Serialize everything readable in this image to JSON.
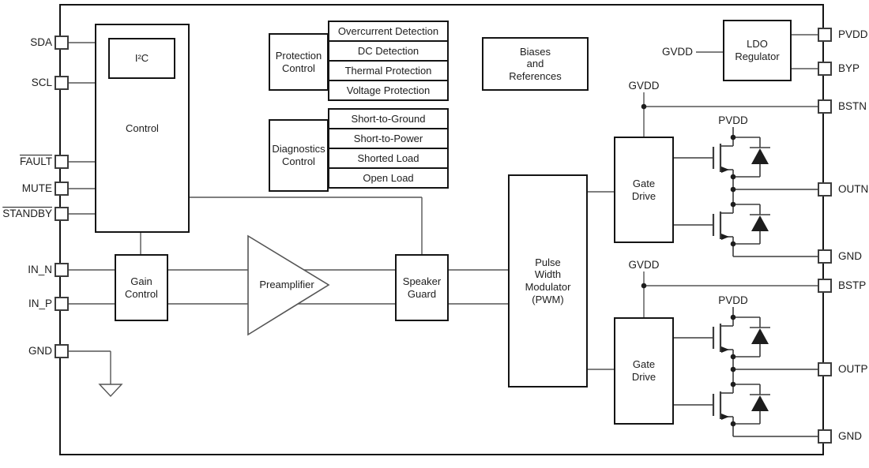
{
  "blocks": {
    "control": "Control",
    "i2c": "I²C",
    "protection_control": "Protection\nControl",
    "diagnostics_control": "Diagnostics\nControl",
    "biases": "Biases\nand\nReferences",
    "ldo": "LDO\nRegulator",
    "gain_control": "Gain\nControl",
    "preamplifier": "Preamplifier",
    "speaker_guard": "Speaker\nGuard",
    "pwm": "Pulse\nWidth\nModulator\n(PWM)",
    "gate_drive_top": "Gate\nDrive",
    "gate_drive_bottom": "Gate\nDrive"
  },
  "protection_items": [
    "Overcurrent Detection",
    "DC Detection",
    "Thermal Protection",
    "Voltage Protection"
  ],
  "diagnostics_items": [
    "Short-to-Ground",
    "Short-to-Power",
    "Shorted Load",
    "Open Load"
  ],
  "left_pins": {
    "sda": "SDA",
    "scl": "SCL",
    "fault": "FAULT",
    "mute": "MUTE",
    "standby": "STANDBY",
    "in_n": "IN_N",
    "in_p": "IN_P",
    "gnd": "GND"
  },
  "right_pins": {
    "pvdd": "PVDD",
    "byp": "BYP",
    "bstn": "BSTN",
    "outn": "OUTN",
    "gnd1": "GND",
    "bstp": "BSTP",
    "outp": "OUTP",
    "gnd2": "GND"
  },
  "net_labels": {
    "gvdd_ldo": "GVDD",
    "gvdd_top": "GVDD",
    "gvdd_bottom": "GVDD",
    "pvdd_top": "PVDD",
    "pvdd_bottom": "PVDD"
  },
  "colors": {
    "line": "#555555",
    "border": "#141414",
    "background": "#ffffff"
  }
}
